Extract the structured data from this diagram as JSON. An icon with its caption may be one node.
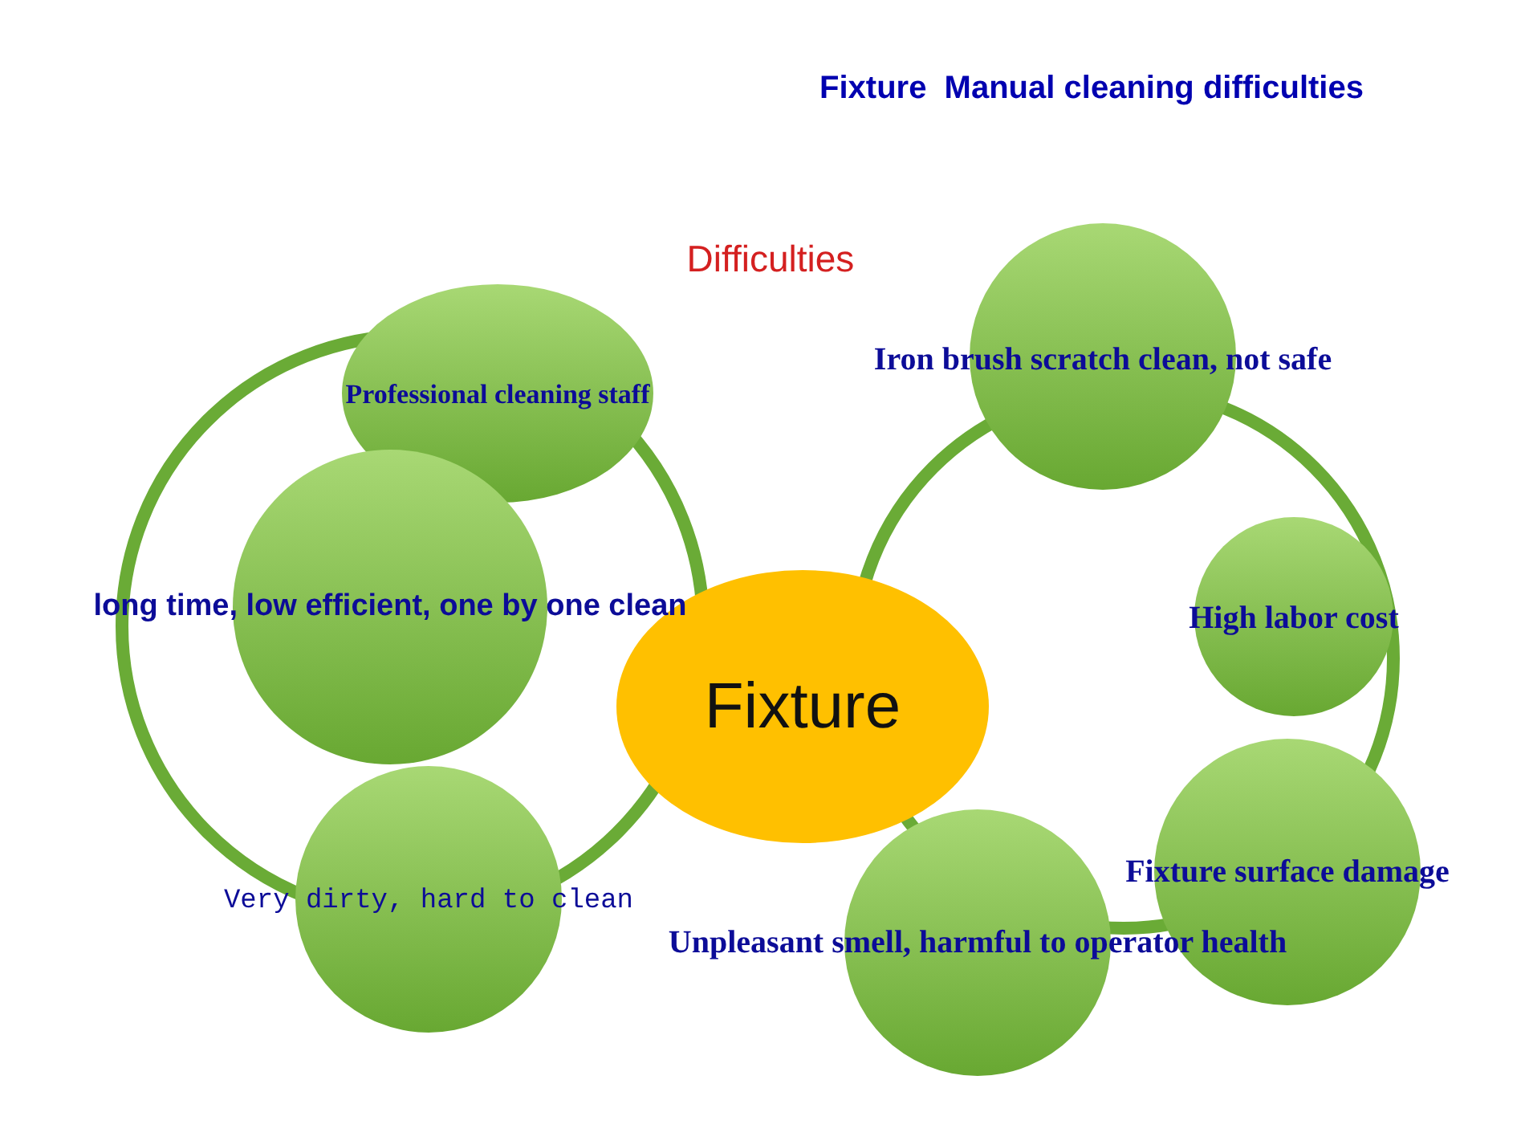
{
  "diagram": {
    "title": "Fixture  Manual cleaning difficulties",
    "nodes": [
      {
        "text": [
          "Fixture"
        ]
      },
      {
        "text": [
          "Professional cleaning staff"
        ]
      },
      {
        "text": [
          "long time, low efficient, one by one clean"
        ]
      },
      {
        "text": [
          "Very dirty, hard to clean"
        ]
      },
      {
        "text": [
          "Iron brush scratch clean, not safe"
        ]
      },
      {
        "text": [
          "High labor cost"
        ]
      },
      {
        "text": [
          "Fixture surface damage"
        ]
      },
      {
        "text": [
          "Unpleasant smell, harmful to operator health"
        ]
      }
    ],
    "labels": [
      "Difficulties"
    ]
  }
}
